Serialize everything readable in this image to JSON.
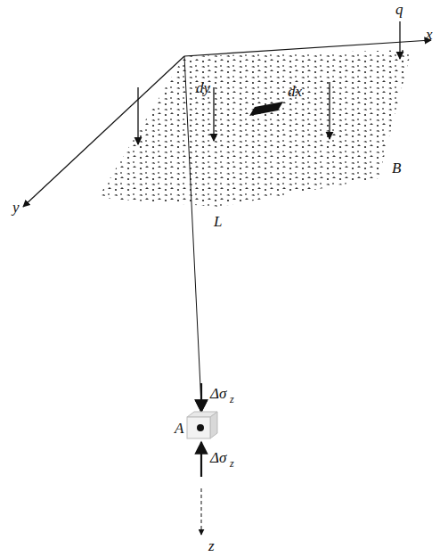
{
  "diagram": {
    "labels": [
      "q",
      "x",
      "dy",
      "dx",
      "B",
      "y",
      "L",
      "Δσ",
      "z",
      "A",
      "Δσ",
      "z",
      "z"
    ]
  }
}
